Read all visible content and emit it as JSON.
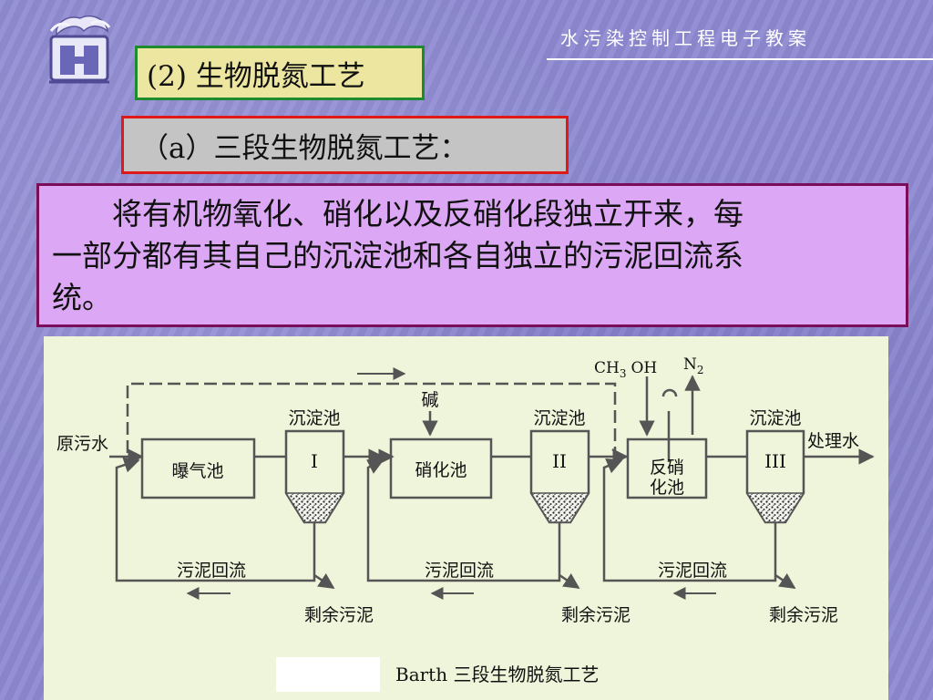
{
  "header": {
    "title": "水污染控制工程电子教案"
  },
  "section": {
    "title": "(2) 生物脱氮工艺"
  },
  "subsection": {
    "title": "（a）三段生物脱氮工艺："
  },
  "description": {
    "lines": [
      "　　将有机物氧化、硝化以及反硝化段独立开来，每",
      "一部分都有其自己的沉淀池和各自独立的污泥回流系",
      "统。"
    ]
  },
  "diagram": {
    "influent": "原污水",
    "effluent": "处理水",
    "aeration_tank": "曝气池",
    "nitrification_tank": "硝化池",
    "denitrification_tank_line1": "反硝",
    "denitrification_tank_line2": "化池",
    "clarifier_label": "沉淀池",
    "clarifier_1_numeral": "I",
    "clarifier_2_numeral": "II",
    "clarifier_3_numeral": "III",
    "alkali": "碱",
    "methanol_ch": "CH",
    "methanol_sub": "3",
    "methanol_oh": "OH",
    "nitrogen_n": "N",
    "nitrogen_sub": "2",
    "sludge_return": "污泥回流",
    "excess_sludge": "剩余污泥",
    "caption": "Barth 三段生物脱氮工艺"
  },
  "colors": {
    "figure_background": "#eff5da",
    "section_border": "#1f8a2e",
    "subsection_border": "#e01818",
    "description_background": "#dca7f4"
  }
}
